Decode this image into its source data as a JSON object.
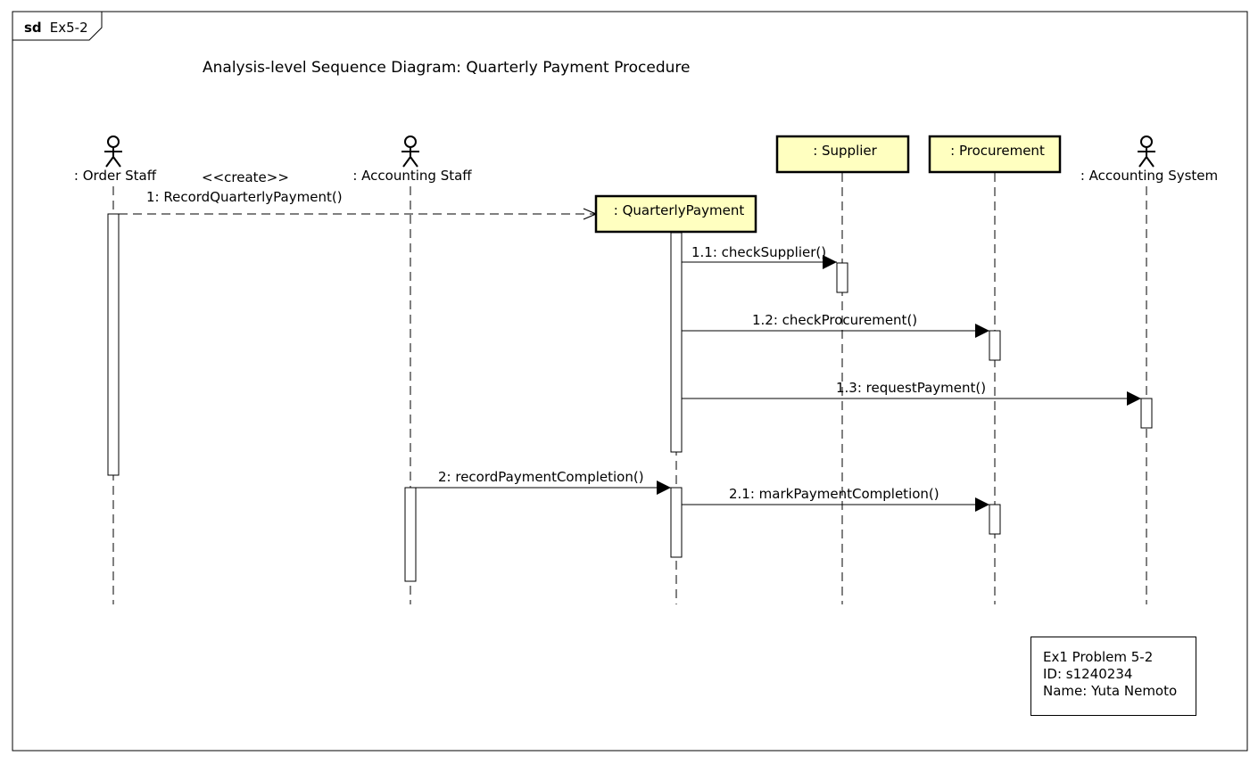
{
  "frame": {
    "keyword": "sd",
    "name": "Ex5-2"
  },
  "title": "Analysis-level Sequence Diagram: Quarterly Payment Procedure",
  "participants": {
    "order_staff": ": Order Staff",
    "accounting_staff": ": Accounting Staff",
    "quarterly_payment": ": QuarterlyPayment",
    "supplier": ": Supplier",
    "procurement": ": Procurement",
    "accounting_system": ": Accounting System"
  },
  "messages": {
    "m1_stereotype": "<<create>>",
    "m1": "1: RecordQuarterlyPayment()",
    "m1_1": "1.1: checkSupplier()",
    "m1_2": "1.2: checkProcurement()",
    "m1_3": "1.3: requestPayment()",
    "m2": "2: recordPaymentCompletion()",
    "m2_1": "2.1: markPaymentCompletion()"
  },
  "note": {
    "line1": "Ex1 Problem 5-2",
    "line2": "ID: s1240234",
    "line3": "Name: Yuta Nemoto"
  },
  "colors": {
    "object_fill": "#ffffc0",
    "line": "#000000",
    "background": "#ffffff"
  }
}
